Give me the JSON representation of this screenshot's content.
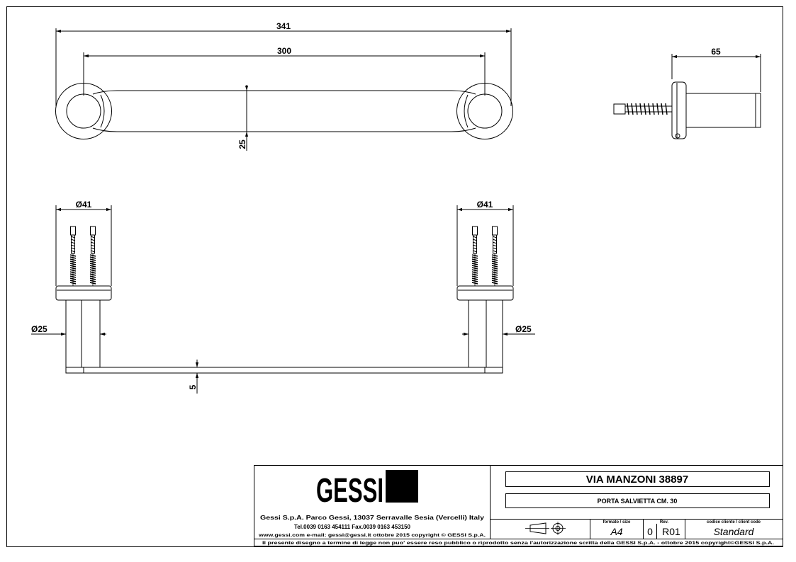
{
  "dimensions": {
    "overall_length": "341",
    "center_distance": "300",
    "bar_diameter": "25",
    "depth": "65",
    "flange_diameter_left": "Ø41",
    "flange_diameter_right": "Ø41",
    "post_diameter_left": "Ø25",
    "post_diameter_right": "Ø25",
    "bar_thickness": "5"
  },
  "title_block": {
    "brand": "GESSI",
    "company_line": "Gessi S.p.A. Parco Gessi, 13037 Serravalle Sesia (Vercelli) Italy",
    "phone_line": "Tel.0039  0163  454111  Fax.0039  0163  453150",
    "web_line": "www.gessi.com  e-mail: gessi@gessi.it   ottobre 2015  copyright © GESSI S.p.A.",
    "product_title": "VIA MANZONI  38897",
    "product_subtitle": "PORTA SALVIETTA CM. 30",
    "format_label": "formato / size",
    "format_value": "A4",
    "rev_label": "Rev.",
    "rev_number": "0",
    "rev_value": "R01",
    "client_label": "codice cliente / client code",
    "client_value": "Standard",
    "legal_notice": "Il presente disegno a termine di legge non puo' essere reso pubblico o riprodotto senza l'autorizzazione scritta della GESSI S.p.A. - ottobre 2015  copyright©GESSI S.p.A."
  },
  "icons": {
    "projection_symbol": "first-angle-projection-icon"
  }
}
